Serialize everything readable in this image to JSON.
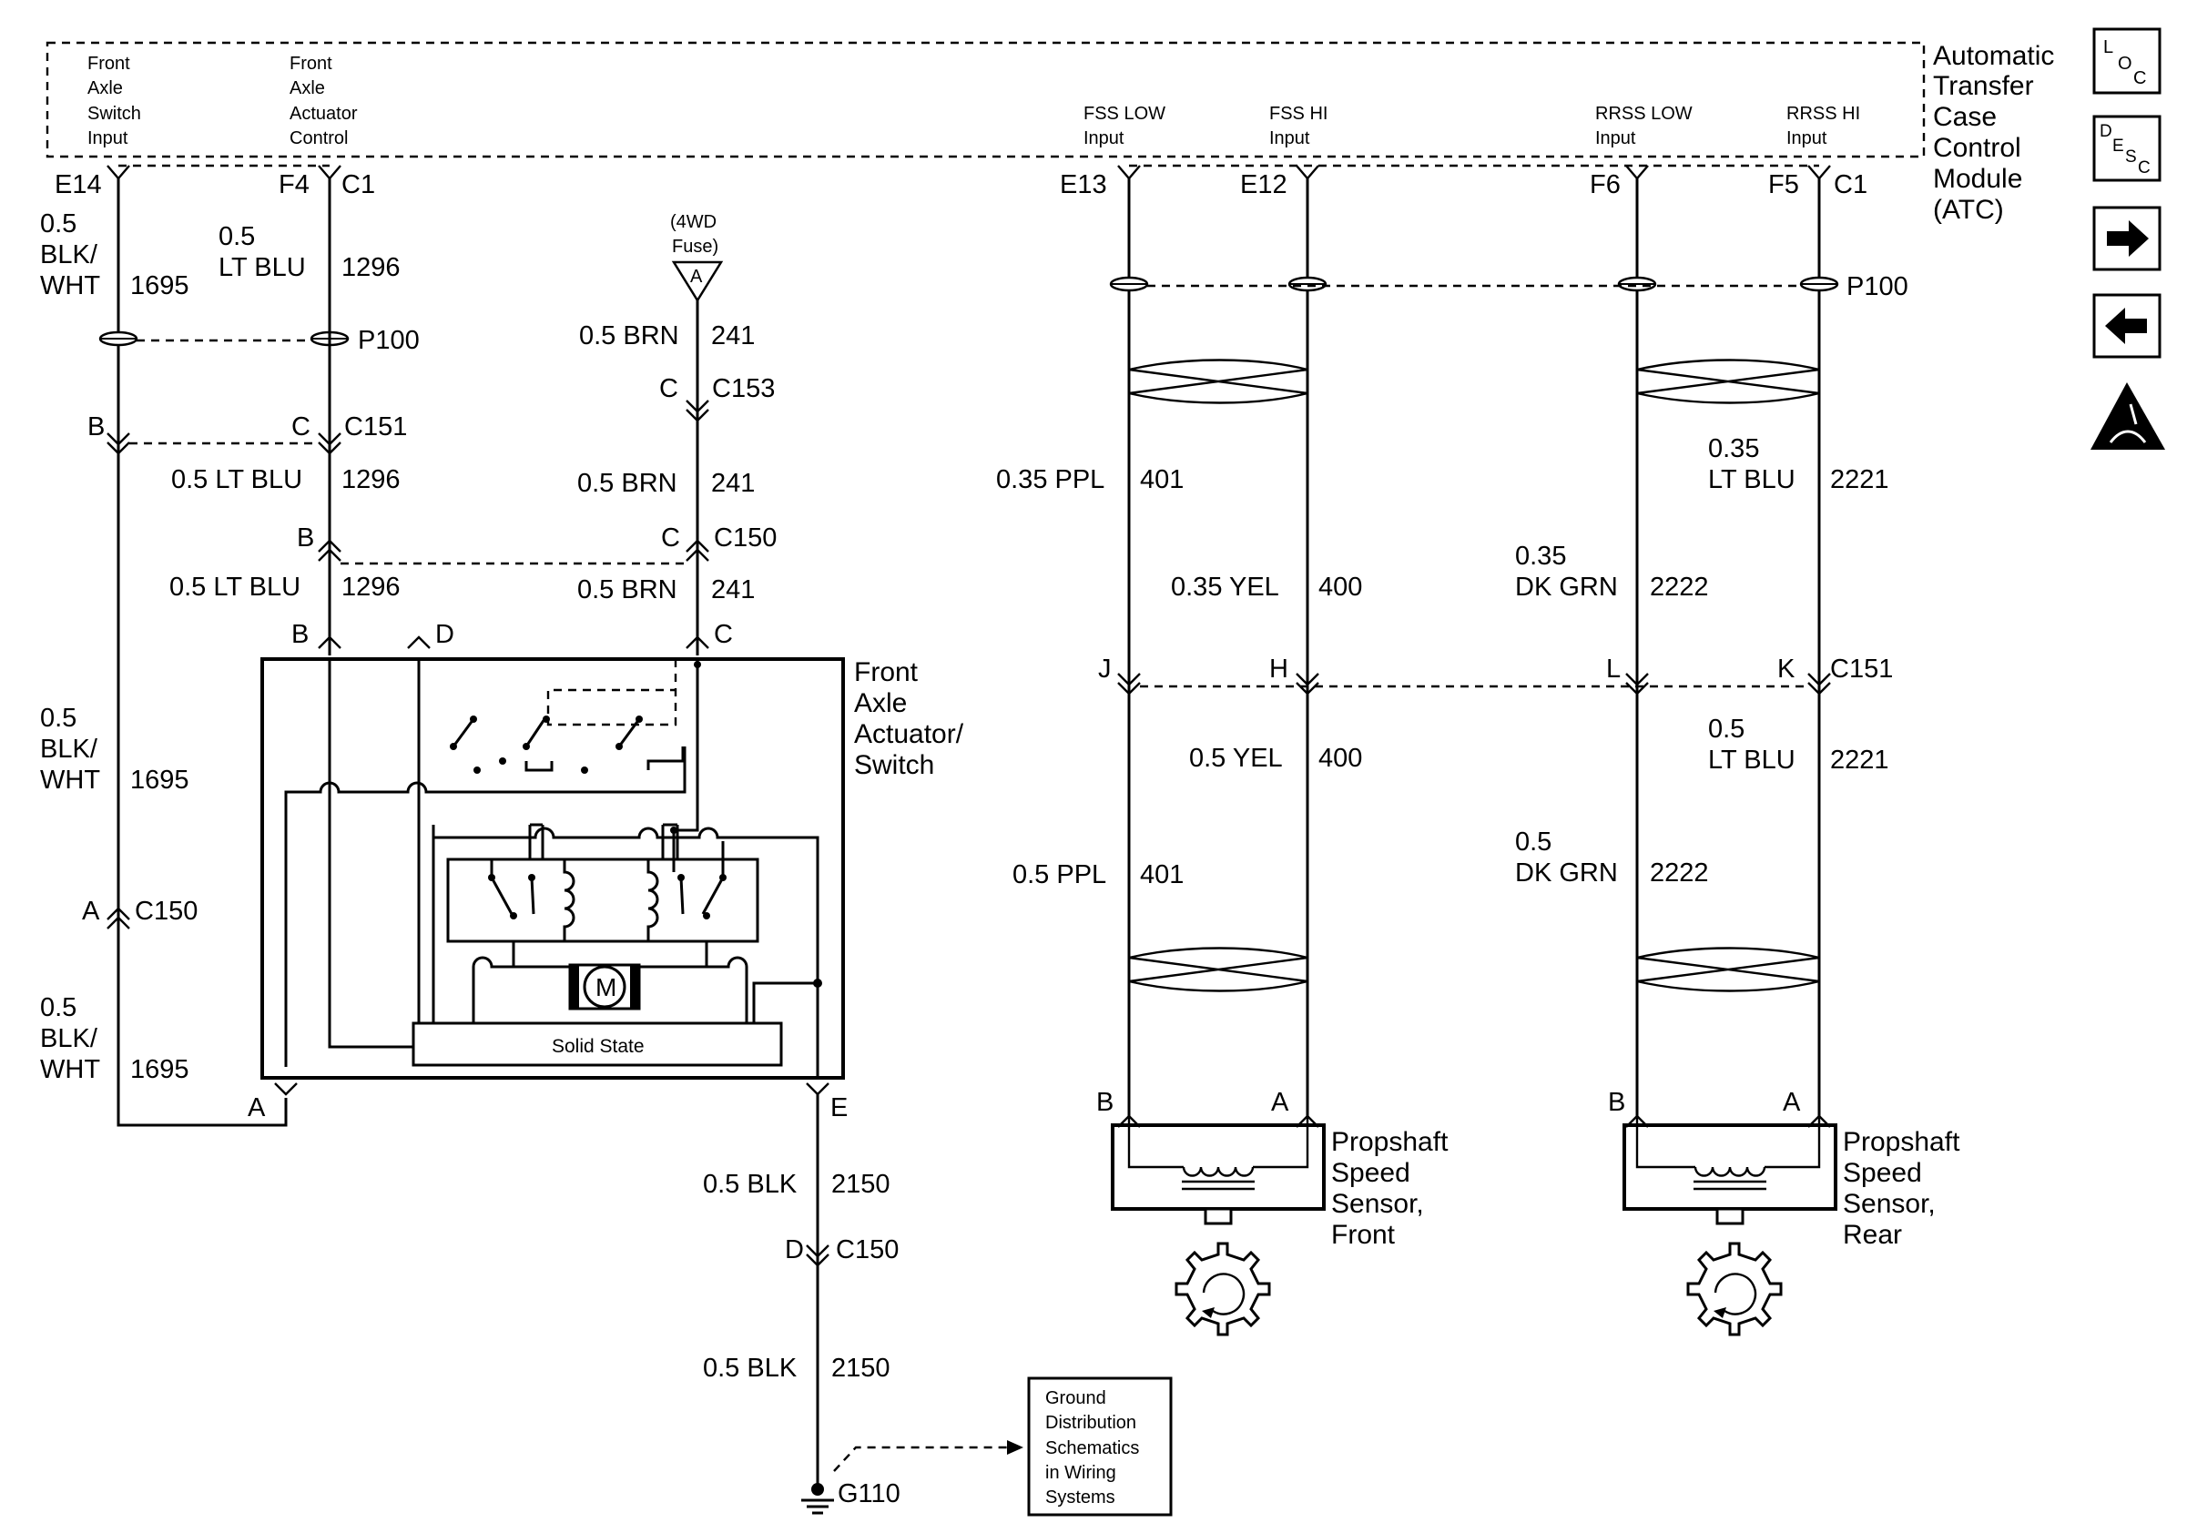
{
  "module": {
    "title_lines": [
      "Automatic",
      "Transfer",
      "Case",
      "Control",
      "Module",
      "(ATC)"
    ],
    "inputs": [
      {
        "lines": [
          "Front",
          "Axle",
          "Switch",
          "Input"
        ]
      },
      {
        "lines": [
          "Front",
          "Axle",
          "Actuator",
          "Control"
        ]
      },
      {
        "lines": [
          "FSS LOW",
          "Input"
        ]
      },
      {
        "lines": [
          "FSS HI",
          "Input"
        ]
      },
      {
        "lines": [
          "RRSS LOW",
          "Input"
        ]
      },
      {
        "lines": [
          "RRSS HI",
          "Input"
        ]
      }
    ]
  },
  "icons": {
    "loc": {
      "l1": "L",
      "l2": "O",
      "l3": "C"
    },
    "desc": {
      "l1": "D",
      "l2": "E",
      "l3": "S",
      "l4": "C"
    }
  },
  "pins": {
    "e14": "E14",
    "f4": "F4",
    "c1a": "C1",
    "e13": "E13",
    "e12": "E12",
    "f6": "F6",
    "f5": "F5",
    "c1b": "C1"
  },
  "splices": {
    "p100a": "P100",
    "p100b": "P100"
  },
  "fuse": {
    "line1": "(4WD",
    "line2": "Fuse)",
    "pin": "A"
  },
  "connectors": {
    "b_c151": "B",
    "c_c151": "C",
    "c151a": "C151",
    "c_c153": "C",
    "c153": "C153",
    "b_c150": "B",
    "c_c150": "C",
    "c150a": "C150",
    "act_b": "B",
    "act_d": "D",
    "act_c": "C",
    "act_a": "A",
    "act_e": "E",
    "a_c150": "A",
    "c150b": "C150",
    "d_c150": "D",
    "c150c": "C150",
    "j": "J",
    "h": "H",
    "l": "L",
    "k": "K",
    "c151b": "C151",
    "sens_f_b": "B",
    "sens_f_a": "A",
    "sens_r_b": "B",
    "sens_r_a": "A",
    "g110": "G110"
  },
  "wires": {
    "w1695_top": {
      "l1": "0.5",
      "l2": "BLK/",
      "l3": "WHT",
      "num": "1695"
    },
    "w1296_top": {
      "l1": "0.5",
      "l2": "LT BLU",
      "num": "1296"
    },
    "w241_top": {
      "label": "0.5 BRN",
      "num": "241"
    },
    "w1296_mid": {
      "label": "0.5 LT BLU",
      "num": "1296"
    },
    "w241_mid": {
      "label": "0.5 BRN",
      "num": "241"
    },
    "w1296_low": {
      "label": "0.5 LT BLU",
      "num": "1296"
    },
    "w241_low": {
      "label": "0.5 BRN",
      "num": "241"
    },
    "w1695_mid": {
      "l1": "0.5",
      "l2": "BLK/",
      "l3": "WHT",
      "num": "1695"
    },
    "w1695_low": {
      "l1": "0.5",
      "l2": "BLK/",
      "l3": "WHT",
      "num": "1695"
    },
    "w401_top": {
      "label": "0.35 PPL",
      "num": "401"
    },
    "w400_top": {
      "label": "0.35 YEL",
      "num": "400"
    },
    "w2222_top": {
      "l1": "0.35",
      "l2": "DK GRN",
      "num": "2222"
    },
    "w2221_top": {
      "l1": "0.35",
      "l2": "LT BLU",
      "num": "2221"
    },
    "w400_low": {
      "label": "0.5 YEL",
      "num": "400"
    },
    "w2221_low": {
      "l1": "0.5",
      "l2": "LT BLU",
      "num": "2221"
    },
    "w401_low": {
      "label": "0.5 PPL",
      "num": "401"
    },
    "w2222_low": {
      "l1": "0.5",
      "l2": "DK GRN",
      "num": "2222"
    },
    "w2150_top": {
      "label": "0.5 BLK",
      "num": "2150"
    },
    "w2150_low": {
      "label": "0.5 BLK",
      "num": "2150"
    }
  },
  "components": {
    "actuator": {
      "l1": "Front",
      "l2": "Axle",
      "l3": "Actuator/",
      "l4": "Switch",
      "motor": "M",
      "solid_state": "Solid State"
    },
    "sensor_front": {
      "l1": "Propshaft",
      "l2": "Speed",
      "l3": "Sensor,",
      "l4": "Front"
    },
    "sensor_rear": {
      "l1": "Propshaft",
      "l2": "Speed",
      "l3": "Sensor,",
      "l4": "Rear"
    },
    "ground_ref": {
      "l1": "Ground",
      "l2": "Distribution",
      "l3": "Schematics",
      "l4": "in Wiring",
      "l5": "Systems"
    }
  }
}
